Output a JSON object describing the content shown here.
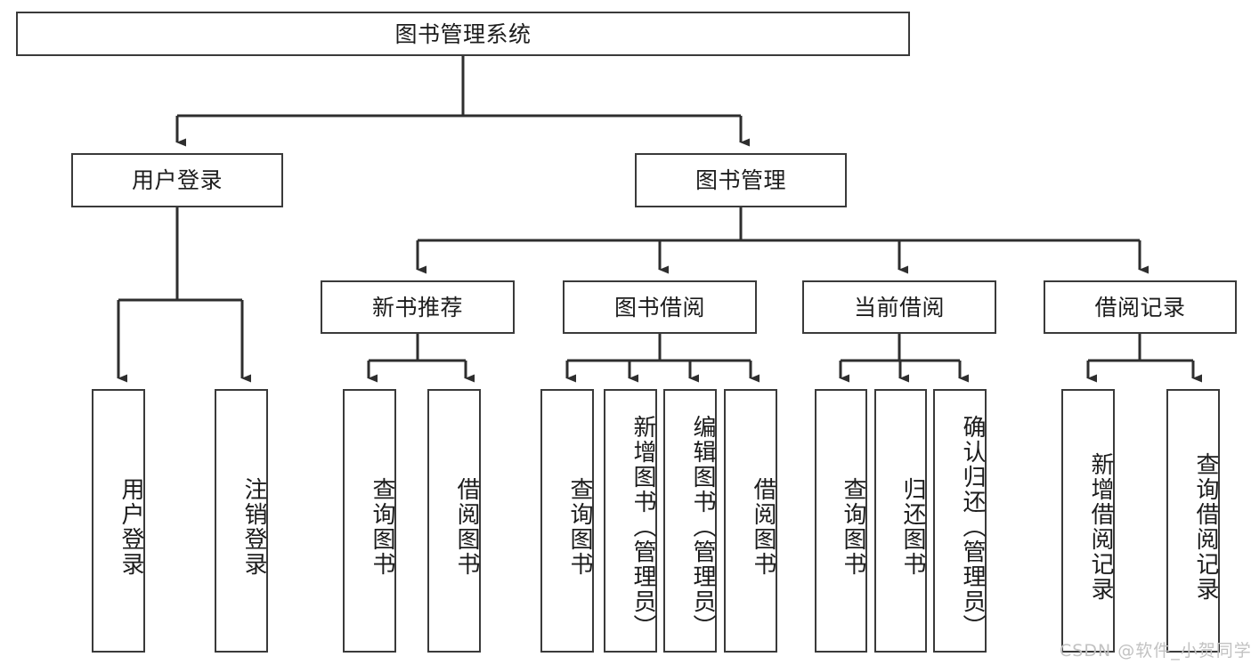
{
  "diagram": {
    "title": "图书管理系统",
    "type": "tree",
    "watermark": "CSDN @软件_小贺同学",
    "colors": {
      "background": "#ffffff",
      "box_border": "#3a3a3a",
      "box_fill": "#ffffff",
      "connector": "#2e2e2e",
      "text": "#1c1c1c",
      "watermark": "#c2c2c2"
    },
    "nodes": {
      "root": {
        "label": "图书管理系统"
      },
      "level1": [
        {
          "label": "用户登录"
        },
        {
          "label": "图书管理"
        }
      ],
      "level2": [
        {
          "label": "新书推荐"
        },
        {
          "label": "图书借阅"
        },
        {
          "label": "当前借阅"
        },
        {
          "label": "借阅记录"
        }
      ],
      "leaves_user_login": [
        {
          "label": "用户登录"
        },
        {
          "label": "注销登录"
        }
      ],
      "leaves_new_book": [
        {
          "label": "查询图书"
        },
        {
          "label": "借阅图书"
        }
      ],
      "leaves_borrow": [
        {
          "label": "查询图书"
        },
        {
          "label": "新增图书（管理员）"
        },
        {
          "label": "编辑图书（管理员）"
        },
        {
          "label": "借阅图书"
        }
      ],
      "leaves_current": [
        {
          "label": "查询图书"
        },
        {
          "label": "归还图书"
        },
        {
          "label": "确认归还（管理员）"
        }
      ],
      "leaves_record": [
        {
          "label": "新增借阅记录"
        },
        {
          "label": "查询借阅记录"
        }
      ]
    }
  }
}
